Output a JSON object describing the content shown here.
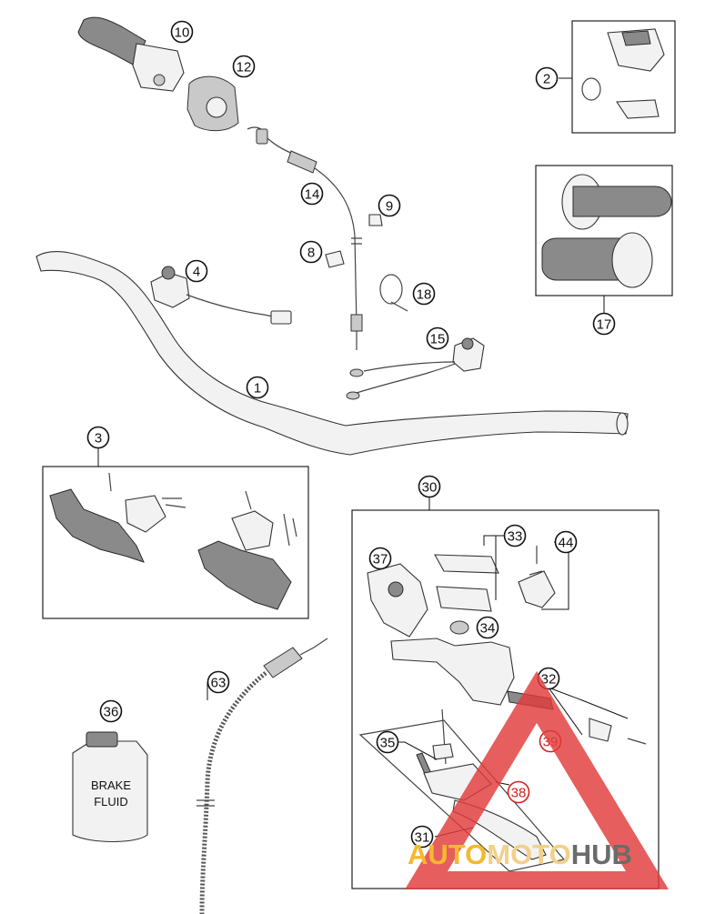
{
  "callouts": [
    {
      "id": "c1",
      "label": "1"
    },
    {
      "id": "c2",
      "label": "2"
    },
    {
      "id": "c3",
      "label": "3"
    },
    {
      "id": "c4",
      "label": "4"
    },
    {
      "id": "c8",
      "label": "8"
    },
    {
      "id": "c9",
      "label": "9"
    },
    {
      "id": "c10",
      "label": "10"
    },
    {
      "id": "c12",
      "label": "12"
    },
    {
      "id": "c14",
      "label": "14"
    },
    {
      "id": "c15",
      "label": "15"
    },
    {
      "id": "c17",
      "label": "17"
    },
    {
      "id": "c18",
      "label": "18"
    },
    {
      "id": "c30",
      "label": "30"
    },
    {
      "id": "c31",
      "label": "31"
    },
    {
      "id": "c32",
      "label": "32"
    },
    {
      "id": "c33",
      "label": "33"
    },
    {
      "id": "c34",
      "label": "34"
    },
    {
      "id": "c35",
      "label": "35"
    },
    {
      "id": "c36",
      "label": "36"
    },
    {
      "id": "c37",
      "label": "37"
    },
    {
      "id": "c38",
      "label": "38"
    },
    {
      "id": "c39",
      "label": "39"
    },
    {
      "id": "c44",
      "label": "44"
    },
    {
      "id": "c63",
      "label": "63"
    }
  ],
  "bottle": {
    "line1": "BRAKE",
    "line2": "FLUID"
  },
  "watermark": {
    "part1": "AUTO",
    "part2": "MOTO",
    "part3": "HUB",
    "color_auto": "#f5b82e",
    "color_moto": "#f2d08a",
    "color_hub": "#6b6b6b",
    "triangle_color": "#e23a3a"
  }
}
